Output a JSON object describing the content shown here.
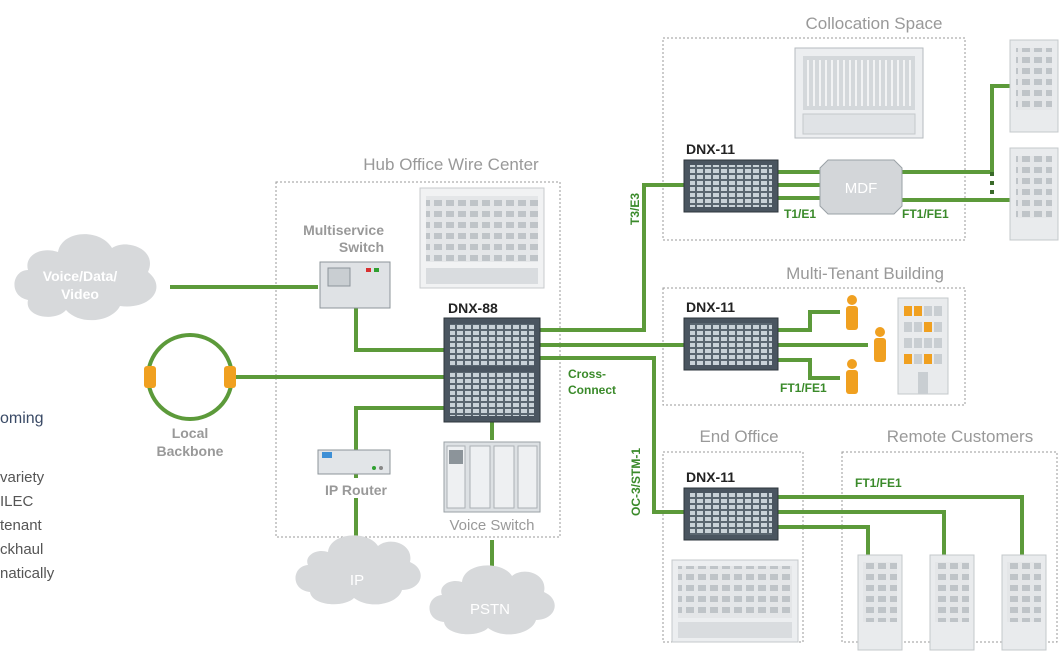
{
  "regions": {
    "collocation": "Collocation Space",
    "hub": "Hub Office Wire Center",
    "multi_tenant": "Multi-Tenant Building",
    "end_office": "End Office",
    "remote": "Remote Customers"
  },
  "devices": {
    "dnx88": "DNX-88",
    "dnx11": "DNX-11",
    "mdf": "MDF",
    "multiservice_line1": "Multiservice",
    "multiservice_line2": "Switch",
    "ip_router": "IP Router",
    "voice_switch": "Voice Switch"
  },
  "clouds": {
    "voice_line1": "Voice/Data/",
    "voice_line2": "Video",
    "ip": "IP",
    "pstn": "PSTN"
  },
  "backbone": {
    "line1": "Local",
    "line2": "Backbone"
  },
  "links": {
    "t3e3": "T3/E3",
    "oc3": "OC-3/STM-1",
    "t1e1": "T1/E1",
    "ft1fe1": "FT1/FE1",
    "cross_line1": "Cross-",
    "cross_line2": "Connect"
  },
  "left_text": [
    "oming",
    "variety",
    "ILEC",
    "tenant",
    "ckhaul",
    "natically"
  ],
  "colors": {
    "link": "#5c9a3a",
    "label": "#3a8a2a",
    "box_border": "#999999",
    "device": "#4a5560",
    "person": "#f0a020",
    "backbone_connector": "#f0a020"
  }
}
